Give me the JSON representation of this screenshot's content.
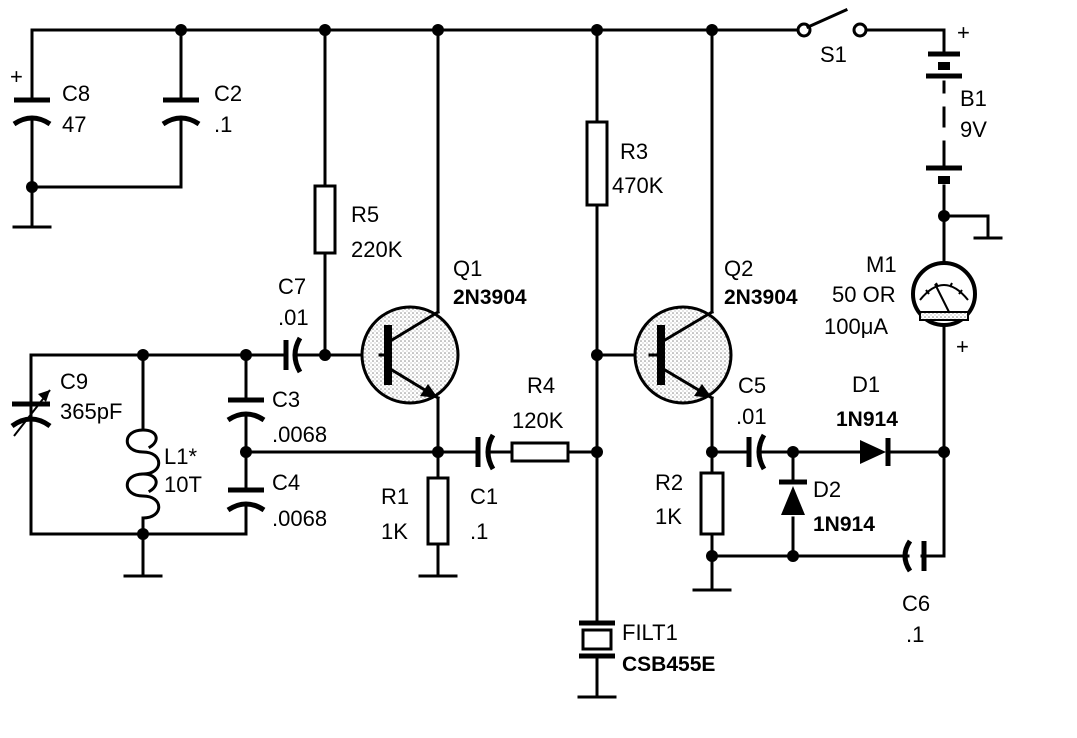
{
  "components": {
    "c8": {
      "ref": "C8",
      "value": "47",
      "polarity": "+"
    },
    "c2": {
      "ref": "C2",
      "value": ".1"
    },
    "r5": {
      "ref": "R5",
      "value": "220K"
    },
    "q1": {
      "ref": "Q1",
      "part": "2N3904"
    },
    "c7": {
      "ref": "C7",
      "value": ".01"
    },
    "r3": {
      "ref": "R3",
      "value": "470K"
    },
    "q2": {
      "ref": "Q2",
      "part": "2N3904"
    },
    "s1": {
      "ref": "S1"
    },
    "b1": {
      "ref": "B1",
      "value": "9V",
      "polarity": "+"
    },
    "m1": {
      "ref": "M1",
      "value_line1": "50 OR",
      "value_line2": "100μA",
      "polarity": "+"
    },
    "c9": {
      "ref": "C9",
      "value": "365pF"
    },
    "l1": {
      "ref": "L1*",
      "value": "10T"
    },
    "c3": {
      "ref": "C3",
      "value": ".0068"
    },
    "c4": {
      "ref": "C4",
      "value": ".0068"
    },
    "r4": {
      "ref": "R4",
      "value": "120K"
    },
    "r1": {
      "ref": "R1",
      "value": "1K"
    },
    "c1": {
      "ref": "C1",
      "value": ".1"
    },
    "c5": {
      "ref": "C5",
      "value": ".01"
    },
    "d1": {
      "ref": "D1",
      "part": "1N914"
    },
    "r2": {
      "ref": "R2",
      "value": "1K"
    },
    "d2": {
      "ref": "D2",
      "part": "1N914"
    },
    "c6": {
      "ref": "C6",
      "value": ".1"
    },
    "filt1": {
      "ref": "FILT1",
      "part": "CSB455E"
    }
  }
}
